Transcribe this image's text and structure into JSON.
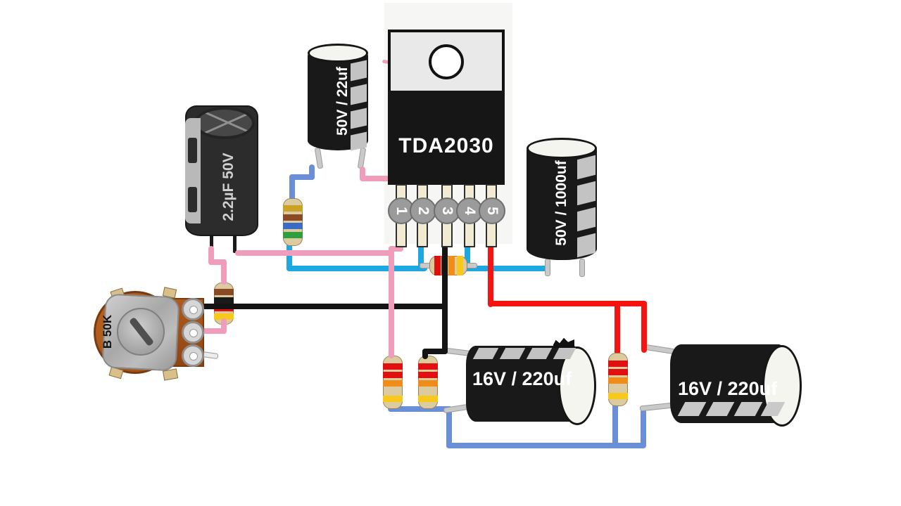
{
  "palette": {
    "wire-pink": "#f09cbb",
    "wire-blue": "#6b8fd6",
    "wire-cyan": "#1ea7e0",
    "wire-red": "#f51410",
    "wire-black": "#141414",
    "lead-gray": "#c9c9c9",
    "band-gold": "#c9a227",
    "band-yellow": "#f8c81c",
    "band-brown": "#8a4a26",
    "band-black": "#1a1a1a",
    "band-red": "#e01010",
    "band-blue": "#3a6bc8",
    "band-green": "#2e9e40",
    "band-orange": "#ef8c1a"
  },
  "ic": {
    "label": "TDA2030",
    "pins": [
      "1",
      "2",
      "3",
      "4",
      "5"
    ]
  },
  "capacitors": {
    "c22uf": {
      "label": "50V / 22uf"
    },
    "c2_2uf": {
      "label": "2.2µF 50V"
    },
    "c1000uf": {
      "label": "50V / 1000uf"
    },
    "c220uf_a": {
      "label": "16V / 220uf"
    },
    "c220uf_b": {
      "label": "16V / 220uf"
    }
  },
  "potentiometer": {
    "label": "B 50K"
  },
  "resistors": {
    "r1": {
      "bands": [
        "gold",
        "brown",
        "blue",
        "green"
      ]
    },
    "r2": {
      "bands": [
        "brown",
        "black",
        "red",
        "yellow"
      ]
    },
    "r3": {
      "bands": [
        "red",
        "red",
        "orange",
        "yellow"
      ]
    },
    "r4": {
      "bands": [
        "red",
        "red",
        "orange",
        "yellow"
      ]
    },
    "r5": {
      "bands": [
        "red",
        "red",
        "orange",
        "yellow"
      ]
    },
    "r6": {
      "bands": [
        "red",
        "red",
        "orange",
        "yellow"
      ]
    }
  }
}
